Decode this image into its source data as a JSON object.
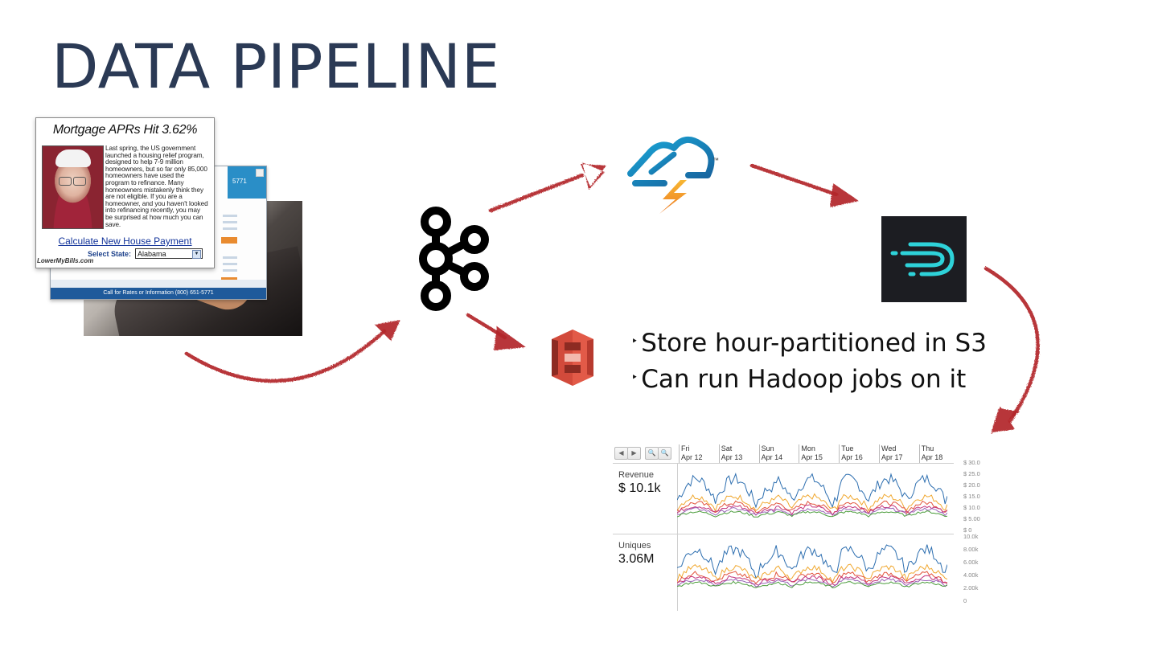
{
  "slide": {
    "title": "DATA PIPELINE"
  },
  "ad": {
    "headline": "Mortgage APRs Hit 3.62%",
    "body": "Last spring, the US government launched a housing relief program, designed to help 7-9 million homeowners, but so far only 85,000 homeowners have used the program to refinance. Many homeowners mistakenly think they are not eligible. If you are a homeowner, and you haven't looked into refinancing recently, you may be surprised at how much you can save.",
    "cta": "Calculate New House Payment",
    "state_label": "Select State:",
    "state_value": "Alabama",
    "brand": "LowerMyBills.com",
    "back_ad_footer": "Call for Rates or Information (800) 651-5771",
    "back_ad_phone": "5771"
  },
  "bullets": [
    "Store hour-partitioned in S3",
    "Can run Hadoop jobs on it"
  ],
  "storm": {
    "trademark": "™"
  },
  "dashboard": {
    "nav_buttons": [
      "◀",
      "▶",
      "🔍",
      "🔍"
    ],
    "days": [
      {
        "dow": "Fri",
        "date": "Apr 12"
      },
      {
        "dow": "Sat",
        "date": "Apr 13"
      },
      {
        "dow": "Sun",
        "date": "Apr 14"
      },
      {
        "dow": "Mon",
        "date": "Apr 15"
      },
      {
        "dow": "Tue",
        "date": "Apr 16"
      },
      {
        "dow": "Wed",
        "date": "Apr 17"
      },
      {
        "dow": "Thu",
        "date": "Apr 18"
      }
    ],
    "revenue_label": "Revenue",
    "revenue_value": "$ 10.1k",
    "uniques_label": "Uniques",
    "uniques_value": "3.06M",
    "revenue_ticks": [
      "$ 30.0",
      "$ 25.0",
      "$ 20.0",
      "$ 15.0",
      "$ 10.0",
      "$ 5.00",
      "$ 0"
    ],
    "uniques_ticks": [
      "10.0k",
      "8.00k",
      "6.00k",
      "4.00k",
      "2.00k",
      "0"
    ],
    "series_colors": [
      "#2e6fb0",
      "#f0a830",
      "#e2543d",
      "#c4347c",
      "#9a64b8",
      "#4c9d3d"
    ]
  }
}
